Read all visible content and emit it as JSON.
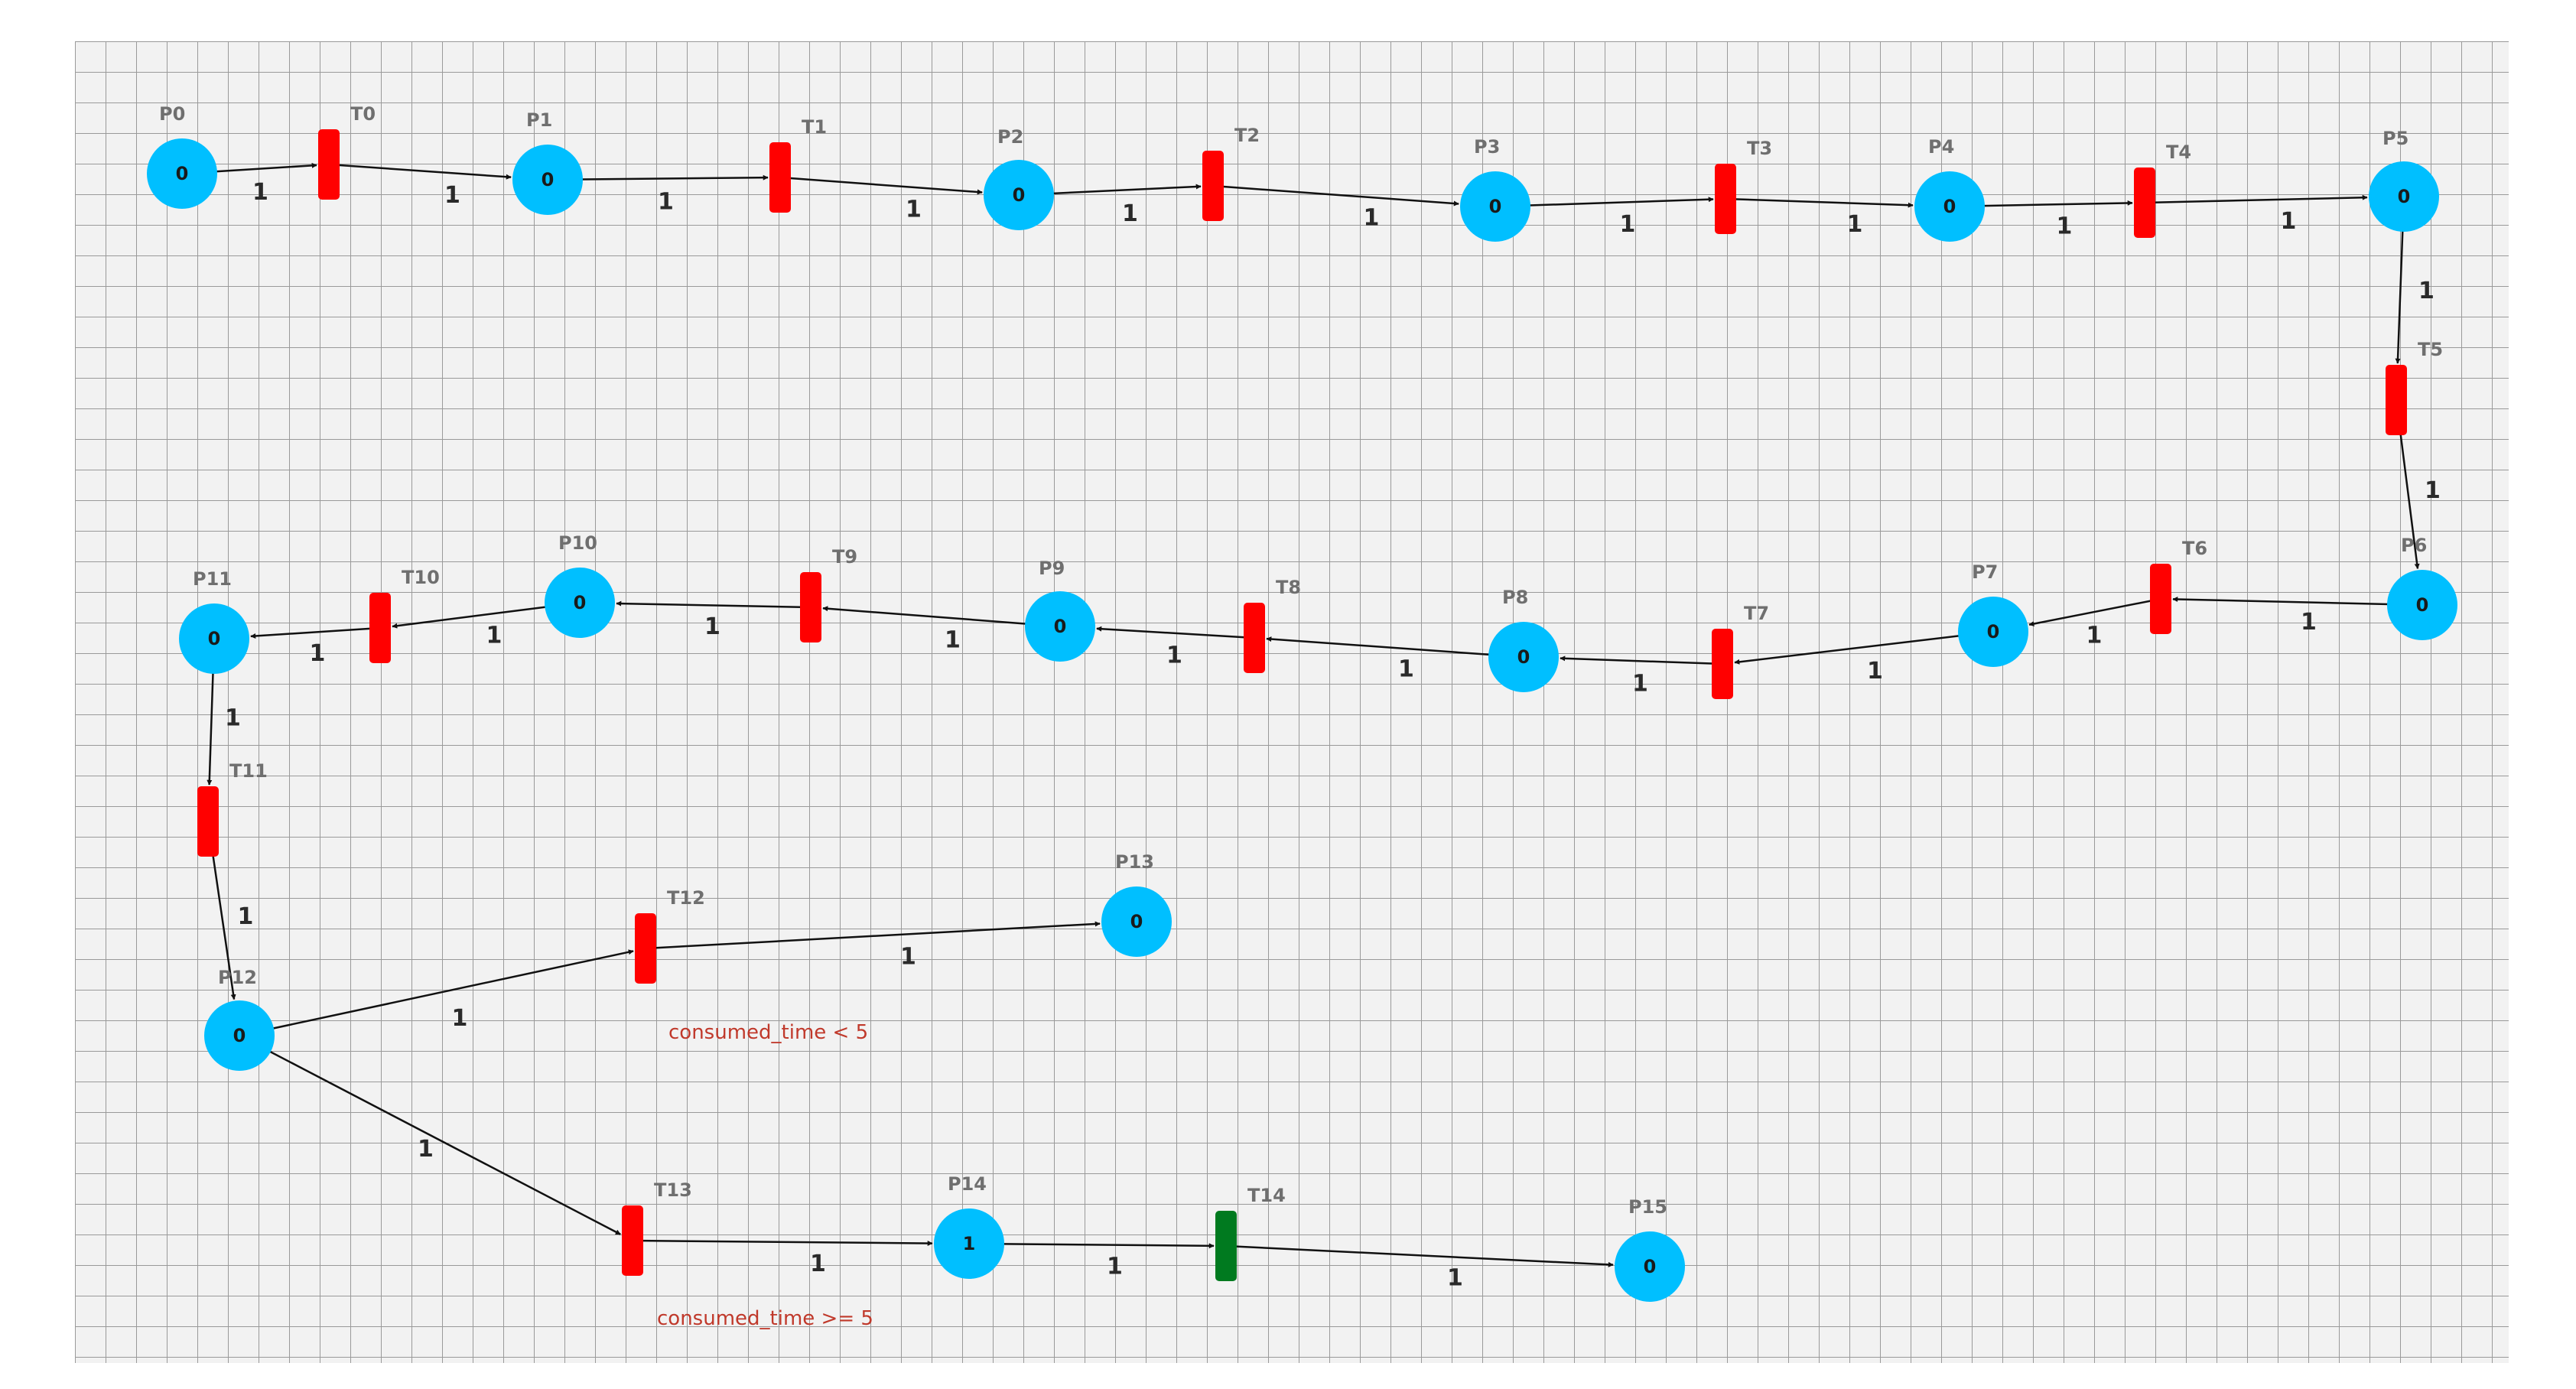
{
  "colors": {
    "place_fill": "#00bfff",
    "transition_enabled": "#ff0000",
    "transition_firing": "#007a1f",
    "grid_bg": "#f2f2f2",
    "grid_line": "#9a9a9a",
    "arc": "#111111",
    "guard_text": "#c0392b"
  },
  "places": [
    {
      "id": "P0",
      "label": "P0",
      "tokens": "0"
    },
    {
      "id": "P1",
      "label": "P1",
      "tokens": "0"
    },
    {
      "id": "P2",
      "label": "P2",
      "tokens": "0"
    },
    {
      "id": "P3",
      "label": "P3",
      "tokens": "0"
    },
    {
      "id": "P4",
      "label": "P4",
      "tokens": "0"
    },
    {
      "id": "P5",
      "label": "P5",
      "tokens": "0"
    },
    {
      "id": "P6",
      "label": "P6",
      "tokens": "0"
    },
    {
      "id": "P7",
      "label": "P7",
      "tokens": "0"
    },
    {
      "id": "P8",
      "label": "P8",
      "tokens": "0"
    },
    {
      "id": "P9",
      "label": "P9",
      "tokens": "0"
    },
    {
      "id": "P10",
      "label": "P10",
      "tokens": "0"
    },
    {
      "id": "P11",
      "label": "P11",
      "tokens": "0"
    },
    {
      "id": "P12",
      "label": "P12",
      "tokens": "0"
    },
    {
      "id": "P13",
      "label": "P13",
      "tokens": "0"
    },
    {
      "id": "P14",
      "label": "P14",
      "tokens": "1"
    },
    {
      "id": "P15",
      "label": "P15",
      "tokens": "0"
    }
  ],
  "transitions": [
    {
      "id": "T0",
      "label": "T0",
      "state": "enabled"
    },
    {
      "id": "T1",
      "label": "T1",
      "state": "enabled"
    },
    {
      "id": "T2",
      "label": "T2",
      "state": "enabled"
    },
    {
      "id": "T3",
      "label": "T3",
      "state": "enabled"
    },
    {
      "id": "T4",
      "label": "T4",
      "state": "enabled"
    },
    {
      "id": "T5",
      "label": "T5",
      "state": "enabled"
    },
    {
      "id": "T6",
      "label": "T6",
      "state": "enabled"
    },
    {
      "id": "T7",
      "label": "T7",
      "state": "enabled"
    },
    {
      "id": "T8",
      "label": "T8",
      "state": "enabled"
    },
    {
      "id": "T9",
      "label": "T9",
      "state": "enabled"
    },
    {
      "id": "T10",
      "label": "T10",
      "state": "enabled"
    },
    {
      "id": "T11",
      "label": "T11",
      "state": "enabled"
    },
    {
      "id": "T12",
      "label": "T12",
      "state": "enabled",
      "guard": "consumed_time < 5"
    },
    {
      "id": "T13",
      "label": "T13",
      "state": "enabled",
      "guard": "consumed_time >= 5"
    },
    {
      "id": "T14",
      "label": "T14",
      "state": "firing"
    }
  ],
  "arcs": [
    {
      "from": "P0",
      "to": "T0",
      "weight": "1"
    },
    {
      "from": "T0",
      "to": "P1",
      "weight": "1"
    },
    {
      "from": "P1",
      "to": "T1",
      "weight": "1"
    },
    {
      "from": "T1",
      "to": "P2",
      "weight": "1"
    },
    {
      "from": "P2",
      "to": "T2",
      "weight": "1"
    },
    {
      "from": "T2",
      "to": "P3",
      "weight": "1"
    },
    {
      "from": "P3",
      "to": "T3",
      "weight": "1"
    },
    {
      "from": "T3",
      "to": "P4",
      "weight": "1"
    },
    {
      "from": "P4",
      "to": "T4",
      "weight": "1"
    },
    {
      "from": "T4",
      "to": "P5",
      "weight": "1"
    },
    {
      "from": "P5",
      "to": "T5",
      "weight": "1"
    },
    {
      "from": "T5",
      "to": "P6",
      "weight": "1"
    },
    {
      "from": "P6",
      "to": "T6",
      "weight": "1"
    },
    {
      "from": "T6",
      "to": "P7",
      "weight": "1"
    },
    {
      "from": "P7",
      "to": "T7",
      "weight": "1"
    },
    {
      "from": "T7",
      "to": "P8",
      "weight": "1"
    },
    {
      "from": "P8",
      "to": "T8",
      "weight": "1"
    },
    {
      "from": "T8",
      "to": "P9",
      "weight": "1"
    },
    {
      "from": "P9",
      "to": "T9",
      "weight": "1"
    },
    {
      "from": "T9",
      "to": "P10",
      "weight": "1"
    },
    {
      "from": "P10",
      "to": "T10",
      "weight": "1"
    },
    {
      "from": "T10",
      "to": "P11",
      "weight": "1"
    },
    {
      "from": "P11",
      "to": "T11",
      "weight": "1"
    },
    {
      "from": "T11",
      "to": "P12",
      "weight": "1"
    },
    {
      "from": "P12",
      "to": "T12",
      "weight": "1"
    },
    {
      "from": "T12",
      "to": "P13",
      "weight": "1"
    },
    {
      "from": "P12",
      "to": "T13",
      "weight": "1"
    },
    {
      "from": "T13",
      "to": "P14",
      "weight": "1"
    },
    {
      "from": "P14",
      "to": "T14",
      "weight": "1"
    },
    {
      "from": "T14",
      "to": "P15",
      "weight": "1"
    }
  ]
}
